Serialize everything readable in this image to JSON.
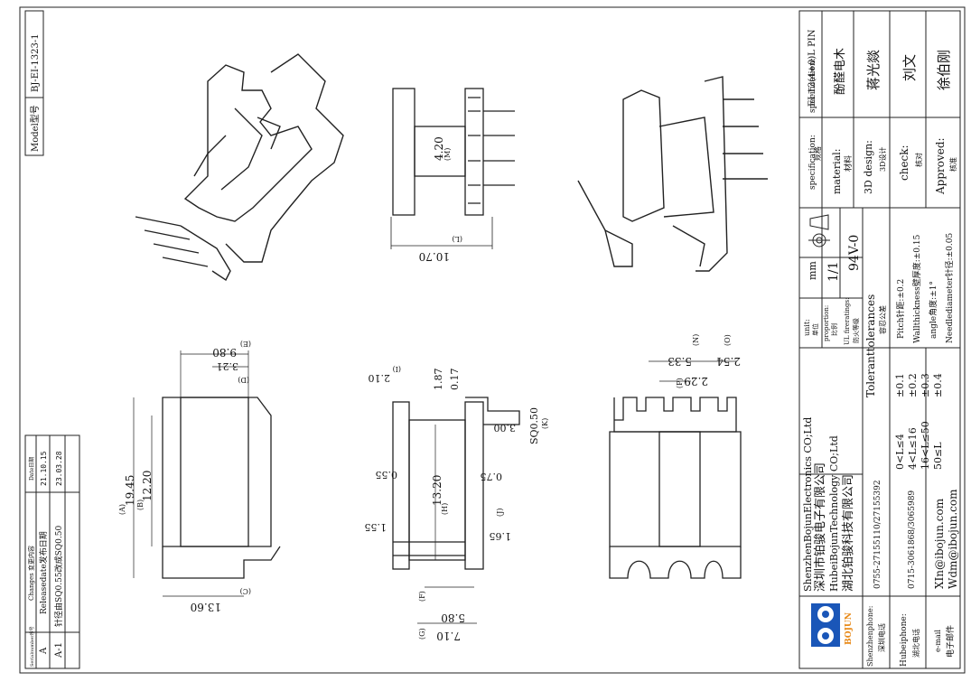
{
  "model": {
    "label": "Model型号",
    "value": "BJ-EI-1323-1"
  },
  "revision_table": {
    "headers": {
      "serial": "Serialnumber序号",
      "changes": "Changes 变更内容",
      "date": "Date日期"
    },
    "rows": [
      {
        "serial": "A",
        "change": "Releasedate发布日期",
        "date": "21.10.15"
      },
      {
        "serial": "A-1",
        "change": "针径由SQ0.55改成SQ0.50",
        "date": "23.03.28"
      }
    ]
  },
  "title_block": {
    "spec_label": "specification:",
    "spec_sub": "规格",
    "spec_value": "EI-13(4+0)L PIN",
    "material_label": "material:",
    "material_sub": "材料",
    "material_value": "酚醛电木",
    "design_label": "3D design:",
    "design_sub": "3D设计",
    "design_value": "蒋光燚",
    "check_label": "check:",
    "check_sub": "核对",
    "check_value": "刘文",
    "approved_label": "Approved:",
    "approved_sub": "核准",
    "approved_value": "徐伯刚",
    "unit_label": "unit:",
    "unit_sub": "单位",
    "unit_value": "mm",
    "proportion_label": "proportion:",
    "proportion_sub": "比例",
    "proportion_value": "1/1",
    "fire_label": "UL fireratings:",
    "fire_sub": "防火等级",
    "fire_value": "94V-0",
    "tol_title": "Toleranttolerances",
    "tol_sub": "容忍公差",
    "tol_rows": [
      {
        "range": "0<L≤4",
        "tol": "±0.1"
      },
      {
        "range": "4<L≤16",
        "tol": "±0.2"
      },
      {
        "range": "16<L≤50",
        "tol": "±0.3"
      },
      {
        "range": "50≤L",
        "tol": "±0.4"
      }
    ],
    "tol_extra": [
      "Pitch针距:±0.2",
      "Wallthickness壁厚度:±0.15",
      "angle角度:±1°",
      "Needlediameter针径:±0.05"
    ]
  },
  "company": {
    "name_en1": "ShenzhenBojunElectronics CO;Ltd",
    "name_cn1": "深圳市铂骏电子有限公司",
    "name_en2": "HubeiBojunTechnology CO;Ltd",
    "name_cn2": "湖北铂骏科技有限公司",
    "logo_text": "BOJUN",
    "sz_phone_label": "Shenzhenphone:",
    "sz_phone_sub": "深圳电话",
    "sz_phone": "0755-27155110/27155392",
    "hb_phone_label": "Hubeiphone:",
    "hb_phone_sub": "湖北电话",
    "hb_phone": "0715-3061868/3065989",
    "email_label": "e-mail",
    "email_sub": "电子邮件",
    "email1": "XIn@ibojun.com",
    "email2": "Wdm@ibojun.com"
  },
  "dimensions": {
    "top_side": {
      "value": "10.70",
      "letter": "(L)"
    },
    "top_side_h": {
      "value": "4.20",
      "letter": "(M)"
    },
    "front_w": {
      "value": "9.80",
      "letter": "(E)"
    },
    "front_w2": {
      "value": "3.21",
      "letter": "(D)"
    },
    "front_h": {
      "value": "19.45",
      "letter": "(A)"
    },
    "front_h2": {
      "value": "12.20",
      "letter": "(B)"
    },
    "front_base": {
      "value": "13.60",
      "letter": "(C)"
    },
    "side_a": {
      "value": "2.10",
      "letter": "(I)"
    },
    "side_b": "1.87",
    "side_c": "0.17",
    "side_d": {
      "value": "3.00",
      "letter": "(K)"
    },
    "side_e": "SQ0.50",
    "side_f": "0.55",
    "side_g": "0.75",
    "side_h": {
      "value": "13.20",
      "letter": "(H)"
    },
    "side_i": "1.55",
    "side_j": {
      "value": "1.65",
      "letter": "(J)"
    },
    "side_k": {
      "value": "5.80",
      "letter": "(F)"
    },
    "side_l": {
      "value": "7.10",
      "letter": "(G)"
    },
    "rear_a": {
      "value": "5.33",
      "letter": "(N)"
    },
    "rear_b": {
      "value": "2.54",
      "letter": "(O)"
    },
    "rear_c": {
      "value": "2.29",
      "letter": "(P)"
    }
  }
}
